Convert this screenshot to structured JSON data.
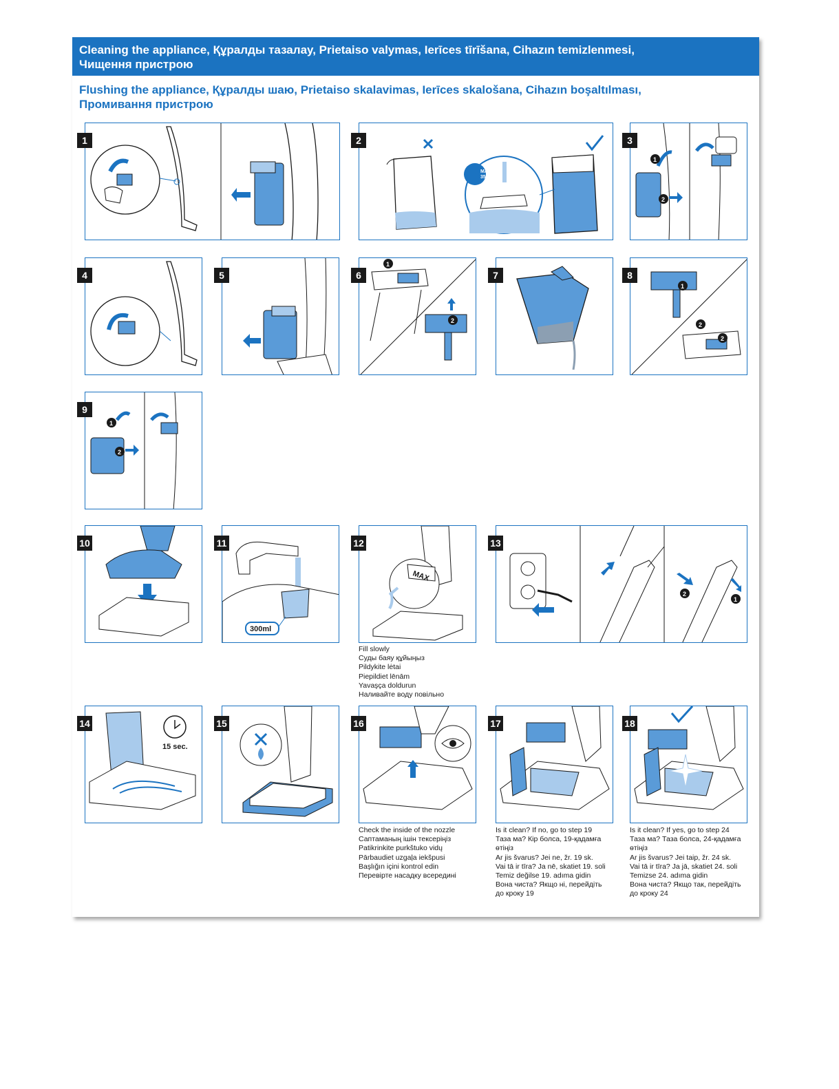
{
  "header": {
    "title_line1": "Cleaning the appliance, Құралды тазалау, Prietaiso valymas, Ierīces tīrīšana, Cihazın temizlenmesi,",
    "title_line2": "Чищення пристрою",
    "subtitle_line1": "Flushing the appliance, Құралды шаю, Prietaiso skalavimas, Ierīces skalošana, Cihazın boşaltılması,",
    "subtitle_line2": "Промивання пристрою"
  },
  "steps": [
    "1",
    "2",
    "3",
    "4",
    "5",
    "6",
    "7",
    "8",
    "9",
    "10",
    "11",
    "12",
    "13",
    "14",
    "15",
    "16",
    "17",
    "18"
  ],
  "labels": {
    "max_temp": "MAX",
    "max_temp_value": "35°C",
    "volume": "300ml",
    "max_mark": "MAX",
    "timer": "15 sec.",
    "marker_1": "1",
    "marker_2": "2"
  },
  "captions": {
    "step12": [
      "Fill slowly",
      "Суды баяу құйыңыз",
      "Pildykite lėtai",
      "Piepildiet lēnām",
      "Yavaşça doldurun",
      "Наливайте воду повільно"
    ],
    "step16": [
      "Check the inside of the nozzle",
      "Саптаманың ішін тексеріңіз",
      "Patikrinkite purkštuko vidų",
      "Pārbaudiet uzgaļa iekšpusi",
      "Başlığın içini kontrol edin",
      "Перевірте насадку всередині"
    ],
    "step17": [
      "Is it clean? If no, go to step 19",
      "Таза ма? Кір болса, 19-қадамға",
      "өтіңіз",
      "Ar jis švarus? Jei ne, žr. 19 sk.",
      "Vai tā ir tīra? Ja nē, skatiet 19. soli",
      "Temiz değilse 19. adıma gidin",
      "Вона чиста? Якщо ні, перейдіть",
      "до кроку 19"
    ],
    "step18": [
      "Is it clean? If yes, go to step 24",
      "Таза ма? Таза болса, 24-қадамға",
      "өтіңіз",
      "Ar jis švarus? Jei taip, žr. 24 sk.",
      "Vai tā ir tīra? Ja jā, skatiet 24. soli",
      "Temizse 24. adıma gidin",
      "Вона чиста? Якщо так, перейдіть",
      "до кроку 24"
    ]
  },
  "colors": {
    "brand_blue": "#1b73c1",
    "fill_blue": "#5a9bd8",
    "light_blue": "#a9cbec",
    "outline": "#1a1a1a"
  }
}
